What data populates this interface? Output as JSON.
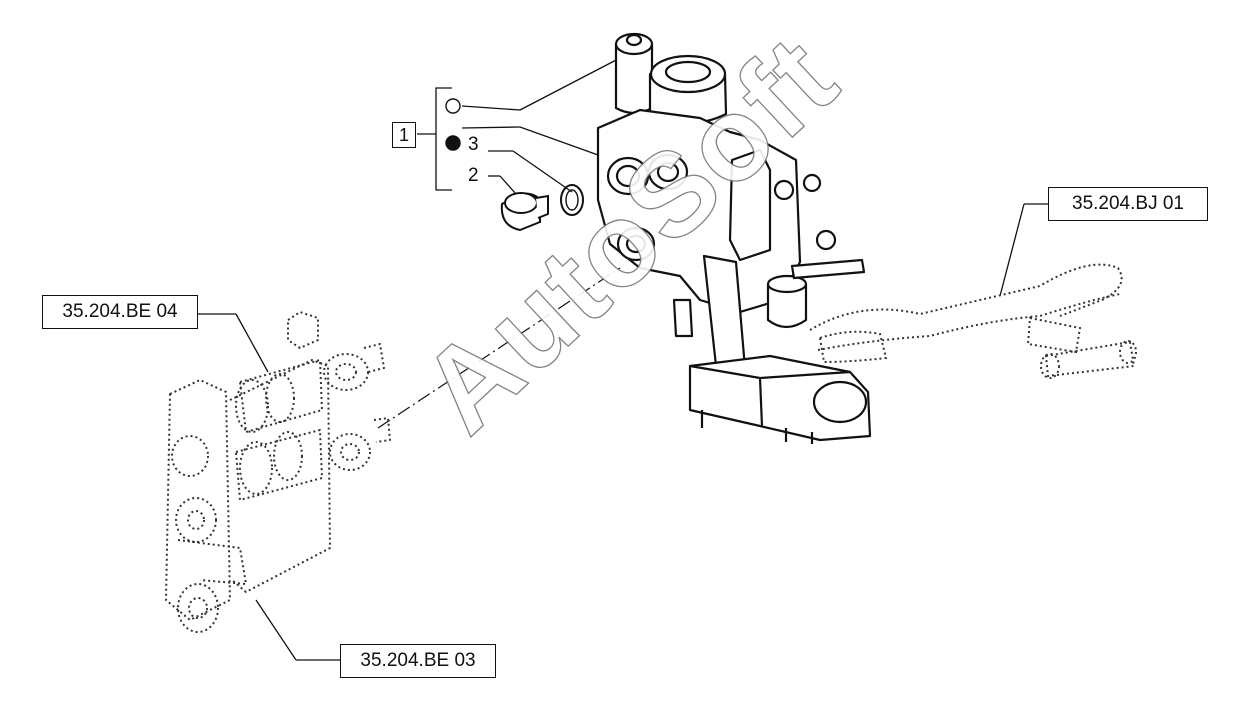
{
  "references": {
    "be04": "35.204.BE 04",
    "be03": "35.204.BE 03",
    "bj01": "35.204.BJ 01"
  },
  "callouts": {
    "item1": "1",
    "item2": "2",
    "item3": "3"
  },
  "watermark": "AutoSoft",
  "colors": {
    "line": "#111111",
    "dotted": "#333333",
    "watermark_outline": "#777777"
  }
}
